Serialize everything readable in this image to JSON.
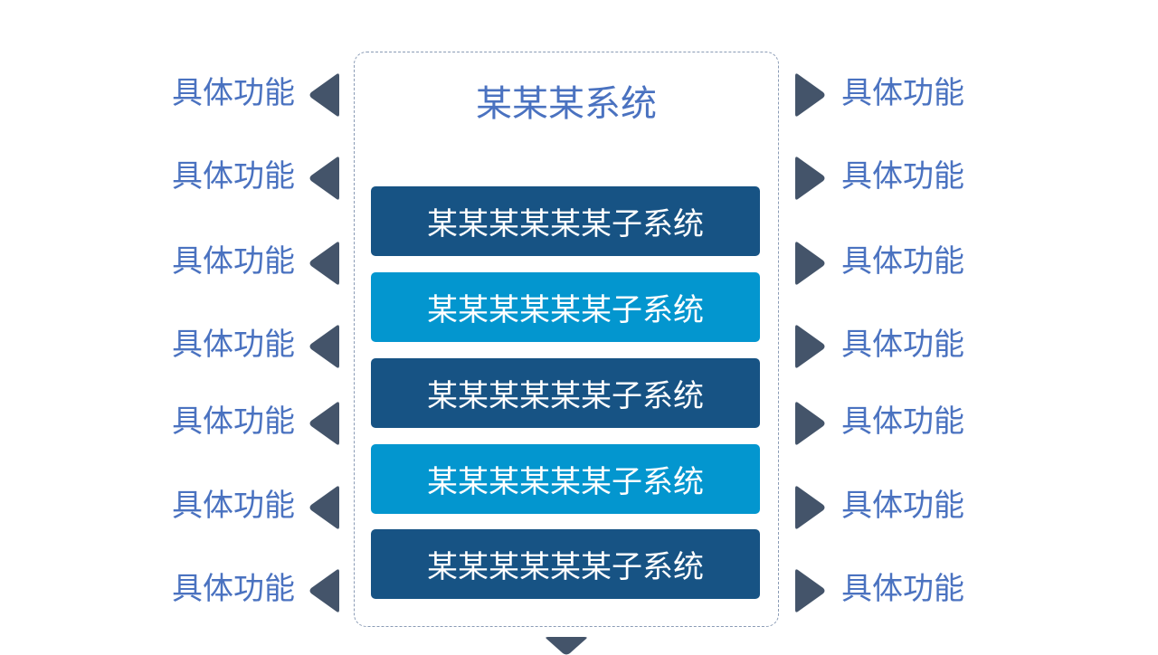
{
  "title": "某某某系统",
  "subsystems": [
    {
      "label": "某某某某某某子系统",
      "color": "#175384"
    },
    {
      "label": "某某某某某某子系统",
      "color": "#0396cf"
    },
    {
      "label": "某某某某某某子系统",
      "color": "#175384"
    },
    {
      "label": "某某某某某某子系统",
      "color": "#0396cf"
    },
    {
      "label": "某某某某某某子系统",
      "color": "#175384"
    }
  ],
  "left_functions": [
    "具体功能",
    "具体功能",
    "具体功能",
    "具体功能",
    "具体功能",
    "具体功能",
    "具体功能"
  ],
  "right_functions": [
    "具体功能",
    "具体功能",
    "具体功能",
    "具体功能",
    "具体功能",
    "具体功能",
    "具体功能"
  ],
  "arrow_color": "#44546a"
}
